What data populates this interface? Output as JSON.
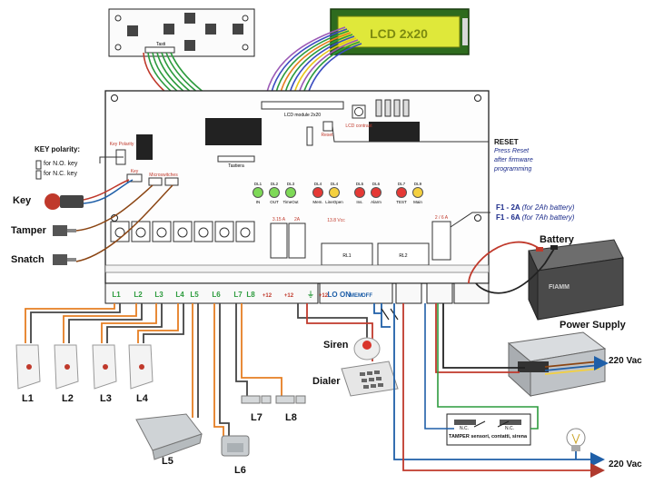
{
  "lcd": {
    "text": "LCD 2x20",
    "module_label": "LCD module 2x20"
  },
  "keypad": {
    "label": "Tasti"
  },
  "board": {
    "tastiera": "Tastiera",
    "lcd_contrast": "LCD contrast",
    "reset_btn": "Reset",
    "key_polarity": "Key Polarity",
    "key_conn": "Key",
    "microswitches": "Microswitches",
    "leds": [
      {
        "id": "DL1",
        "label": "IN",
        "color": "#7ed957"
      },
      {
        "id": "DL2",
        "label": "OUT",
        "color": "#7ed957"
      },
      {
        "id": "DL3",
        "label": "TimeOut",
        "color": "#7ed957"
      },
      {
        "id": "DL4",
        "label": "Mem.",
        "color": "#e53935"
      },
      {
        "id": "DL4",
        "label": "LineOpen",
        "color": "#f4d03f"
      },
      {
        "id": "DL5",
        "label": "Ins.",
        "color": "#e53935"
      },
      {
        "id": "DL6",
        "label": "Alarm",
        "color": "#e53935"
      },
      {
        "id": "DL7",
        "label": "TEST",
        "color": "#e53935"
      },
      {
        "id": "DL9",
        "label": "Main",
        "color": "#f4d03f"
      }
    ],
    "fuse1": "3.15 A",
    "fuse2": "2A",
    "fuse3": "2 / 6 A",
    "vdc": "13.8 Vcc",
    "relay1": "RL1",
    "relay2": "RL2",
    "terminals_bottom": [
      "L1",
      "L2",
      "L3",
      "L4",
      "L5",
      "L6",
      "L7",
      "L8",
      "+12",
      "+12",
      "⏚",
      "+12",
      "LO",
      "ON",
      "MEM",
      "OFF"
    ]
  },
  "labels": {
    "key_polarity_title": "KEY polarity:",
    "no_key": "for N.O. key",
    "nc_key": "for N.C. key",
    "key": "Key",
    "tamper": "Tamper",
    "snatch": "Snatch",
    "reset": "RESET",
    "reset_note": [
      "Press Reset",
      "after firmware",
      "programming"
    ],
    "f1_2a": "F1 - 2A",
    "f1_2a_note": "(for 2Ah battery)",
    "f1_6a": "F1 - 6A",
    "f1_6a_note": "(for 7Ah battery)",
    "battery": "Battery",
    "battery_brand": "FIAMM",
    "power_supply": "Power Supply",
    "ac1": "220 Vac",
    "ac2": "220 Vac",
    "siren": "Siren",
    "dialer": "Dialer",
    "tamper_box": "TAMPER sensori, contatti, sirena",
    "nc1": "N.C.",
    "nc2": "N.C.",
    "l1": "L1",
    "l2": "L2",
    "l3": "L3",
    "l4": "L4",
    "l5": "L5",
    "l6": "L6",
    "l7": "L7",
    "l8": "L8"
  }
}
